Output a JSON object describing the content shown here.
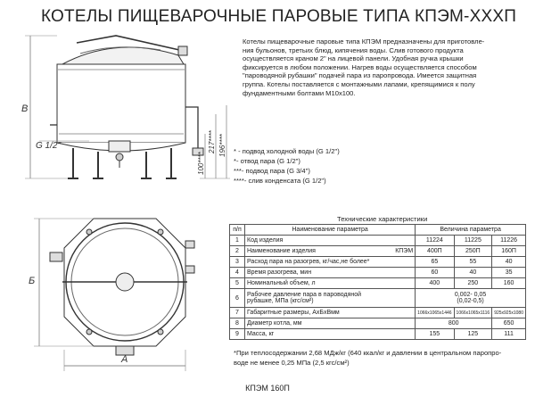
{
  "title": "КОТЕЛЫ ПИЩЕВАРОЧНЫЕ ПАРОВЫЕ ТИПА КПЭМ-ХХХП",
  "description": [
    "Котелы пищеварочные паровые типа КПЭМ предназначены для приготовле-",
    "ния бульонов, третьих блюд, кипячения воды. Слив готового продукта",
    "осуществляется краном 2\" на  лицевой панели. Удобная ручка крышки",
    "фиксируется в любом положении. Нагрев воды осуществляется способом",
    "\"пароводяной рубашки\" подачей пара из паропровода. Имеется защитная",
    "группа. Котелы поставляется с монтажными лапами, крепящимися к полу",
    "фундаментными болтами М10х100."
  ],
  "legend": [
    "* - подвод холодной воды (G 1/2\")",
    "*- отвод пара (G 1/2\")",
    "***- подвод пара (G 3/4\")",
    "****- слив конденсата (G 1/2\")"
  ],
  "drawing": {
    "dim_b": "B",
    "dim_g": "G 1/2\"",
    "dim_100": "100****",
    "dim_217": "217****",
    "dim_196": "196****",
    "dim_bplan": "Б",
    "dim_a": "A"
  },
  "tech": {
    "caption": "Технические характеристики",
    "header": {
      "num": "п/п",
      "name": "Наименование параметра",
      "value": "Величина параметра"
    },
    "rows": [
      {
        "num": "1",
        "name": "Код изделия",
        "v1": "11224",
        "v2": "11225",
        "v3": "11226"
      },
      {
        "num": "2",
        "name": "Наименование изделия",
        "suffix": "КПЭМ",
        "v1": "400П",
        "v2": "250П",
        "v3": "160П"
      },
      {
        "num": "3",
        "name": "Расход пара на разогрев, кг/час,не более*",
        "v1": "65",
        "v2": "55",
        "v3": "40"
      },
      {
        "num": "4",
        "name": "Время разогрева, мин",
        "v1": "60",
        "v2": "40",
        "v3": "35"
      },
      {
        "num": "5",
        "name": "Номинальный объем, л",
        "v1": "400",
        "v2": "250",
        "v3": "160"
      },
      {
        "num": "6",
        "name_line1": "Рабочее давление пара в пароводяной",
        "name_line2": "рубашке, МПа (кгс/см²)",
        "value_line1": "0,002- 0,05",
        "value_line2": "(0,02-0,5)"
      },
      {
        "num": "7",
        "name": "Габаритные размеры, АхБхВмм",
        "v1": "1066х1065х1446",
        "v2": "1066х1065х1116",
        "v3": "925х925х1080"
      },
      {
        "num": "8",
        "name": "Диаметр котла, мм",
        "v12": "800",
        "v3": "650"
      },
      {
        "num": "9",
        "name": "Масса, кг",
        "v1": "155",
        "v2": "125",
        "v3": "111"
      }
    ]
  },
  "footnote": [
    "*При теплосодержании 2,68 МДж/кг (640 ккал/кг и давлении в центральном паропро-",
    "воде не менее 0,25 МПа (2,5 кгс/см²)"
  ],
  "model": "КПЭМ 160П"
}
